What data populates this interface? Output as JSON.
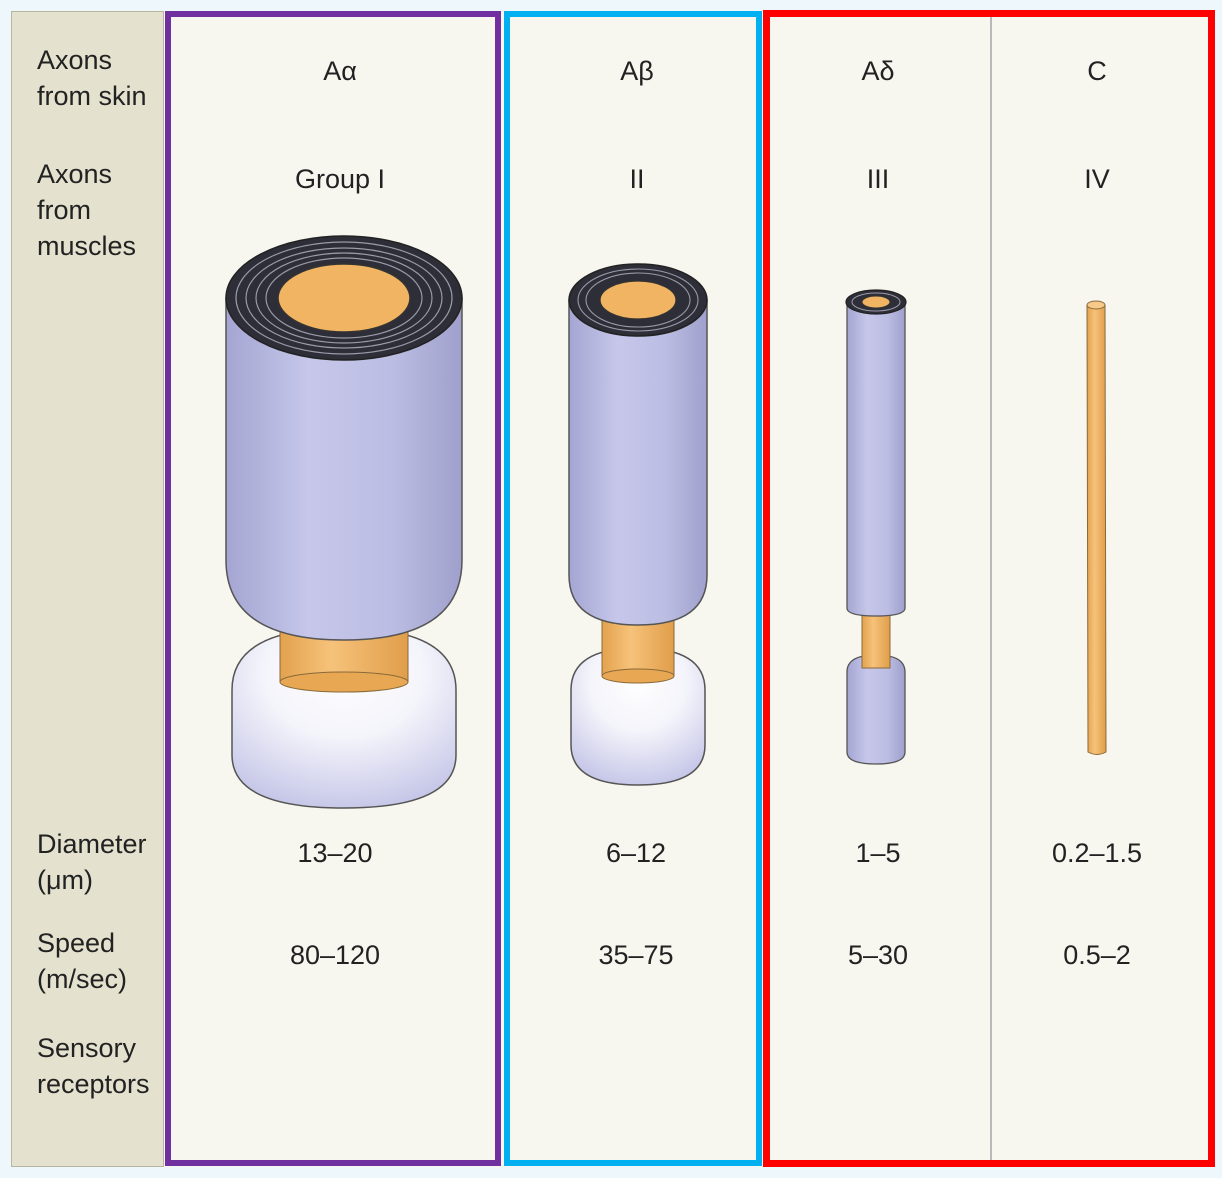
{
  "row_labels": {
    "skin": "Axons\nfrom skin",
    "muscle": "Axons\nfrom\nmuscles",
    "diameter": "Diameter\n(μm)",
    "speed": "Speed\n(m/sec)",
    "receptors": "Sensory\nreceptors"
  },
  "columns": [
    {
      "skin": "Aα",
      "muscle": "Group I",
      "diameter": "13–20",
      "speed": "80–120"
    },
    {
      "skin": "Aβ",
      "muscle": "II",
      "diameter": "6–12",
      "speed": "35–75"
    },
    {
      "skin": "Aδ",
      "muscle": "III",
      "diameter": "1–5",
      "speed": "5–30"
    },
    {
      "skin": "C",
      "muscle": "IV",
      "diameter": "0.2–1.5",
      "speed": "0.5–2"
    }
  ],
  "colors": {
    "label_panel": "#e4e2cf",
    "table_bg": "#f7f6ef",
    "myelin": "#bcbde3",
    "myelin_dark": "#8d8fba",
    "axon": "#f0b462",
    "frame_purple": "#7030a0",
    "frame_cyan": "#00b0f0",
    "frame_red": "#ff0000"
  }
}
